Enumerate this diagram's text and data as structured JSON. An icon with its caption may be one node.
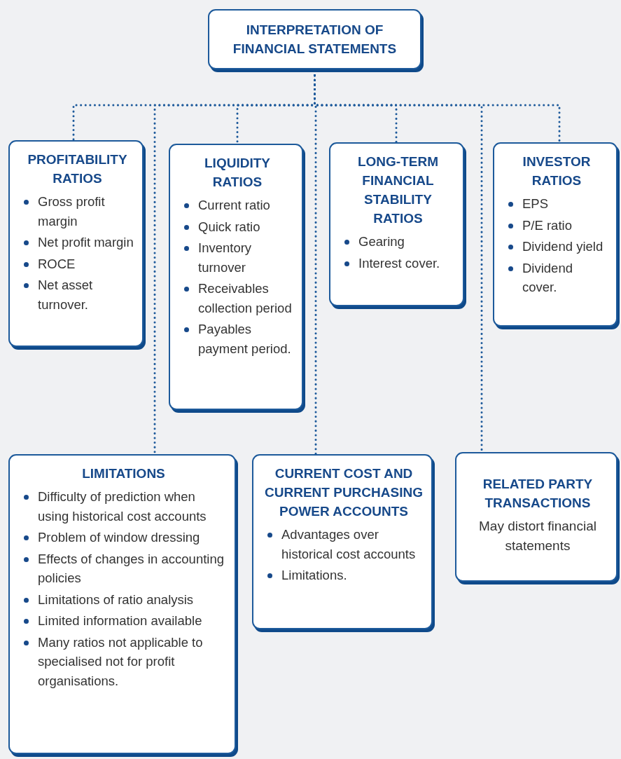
{
  "diagram": {
    "nodes": [
      {
        "text": [
          "INTERPRETATION OF FINANCIAL STATEMENTS"
        ]
      },
      {
        "text": [
          "PROFITABILITY RATIOS",
          "Gross profit margin",
          "Net profit margin",
          "ROCE",
          "Net asset turnover."
        ]
      },
      {
        "text": [
          "LIQUIDITY RATIOS",
          "Current ratio",
          "Quick ratio",
          "Inventory turnover",
          "Receivables collection period",
          "Payables payment period."
        ]
      },
      {
        "text": [
          "LONG-TERM FINANCIAL STABILITY RATIOS",
          "Gearing",
          "Interest cover."
        ]
      },
      {
        "text": [
          "INVESTOR RATIOS",
          "EPS",
          "P/E ratio",
          "Dividend yield",
          "Dividend cover."
        ]
      },
      {
        "text": [
          "LIMITATIONS",
          "Difficulty of prediction when using historical cost accounts",
          "Problem of window dressing",
          "Effects of changes in accounting policies",
          "Limitations of ratio analysis",
          "Limited information available",
          "Many ratios not applicable to specialised not for profit organisations."
        ]
      },
      {
        "text": [
          "CURRENT COST AND CURRENT PURCHASING POWER ACCOUNTS",
          "Advantages over historical cost accounts",
          "Limitations."
        ]
      },
      {
        "text": [
          "RELATED PARTY TRANSACTIONS",
          "May distort financial statements"
        ]
      }
    ],
    "edges": [
      {
        "from": 0,
        "to": 1,
        "arrow": "none"
      },
      {
        "from": 0,
        "to": 2,
        "arrow": "none"
      },
      {
        "from": 0,
        "to": 3,
        "arrow": "none"
      },
      {
        "from": 0,
        "to": 4,
        "arrow": "none"
      },
      {
        "from": 0,
        "to": 5,
        "arrow": "none"
      },
      {
        "from": 0,
        "to": 6,
        "arrow": "none"
      },
      {
        "from": 0,
        "to": 7,
        "arrow": "none"
      }
    ]
  }
}
